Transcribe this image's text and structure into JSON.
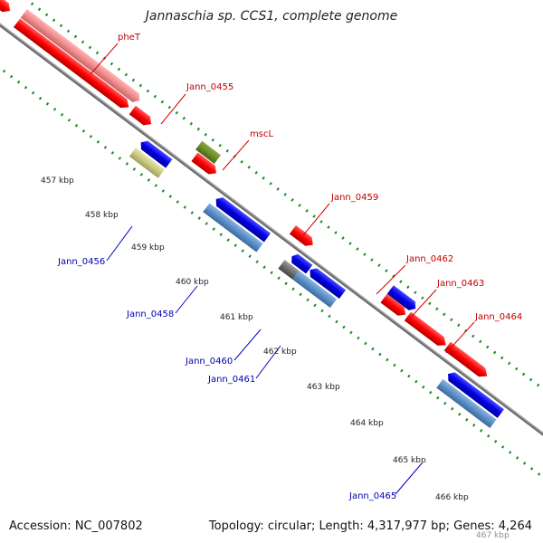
{
  "title": "Jannaschia sp. CCS1, complete genome",
  "accession": "Accession: NC_007802",
  "topology": "Topology: circular; Length: 4,317,977 bp; Genes: 4,264",
  "colors": {
    "backbone": "#7f7f7f",
    "tick": "#1a8a1a",
    "gene_red": "#ff0000",
    "gene_pink": "#f08c8c",
    "gene_blue": "#0000e6",
    "gene_steel": "#5b8fc8",
    "gene_olive": "#6e8c28",
    "gene_khaki": "#c8c882",
    "gene_gray": "#6e6e6e",
    "label_red": "#c00000",
    "label_blue": "#0000b4"
  },
  "kbp_labels": [
    "457 kbp",
    "458 kbp",
    "459 kbp",
    "460 kbp",
    "461 kbp",
    "462 kbp",
    "463 kbp",
    "464 kbp",
    "465 kbp",
    "466 kbp",
    "467 kbp"
  ],
  "gene_labels_forward": [
    "pheT",
    "Jann_0455",
    "mscL",
    "Jann_0459",
    "Jann_0462",
    "Jann_0463",
    "Jann_0464"
  ],
  "gene_labels_reverse": [
    "Jann_0456",
    "Jann_0458",
    "Jann_0460",
    "Jann_0461",
    "Jann_0465"
  ]
}
